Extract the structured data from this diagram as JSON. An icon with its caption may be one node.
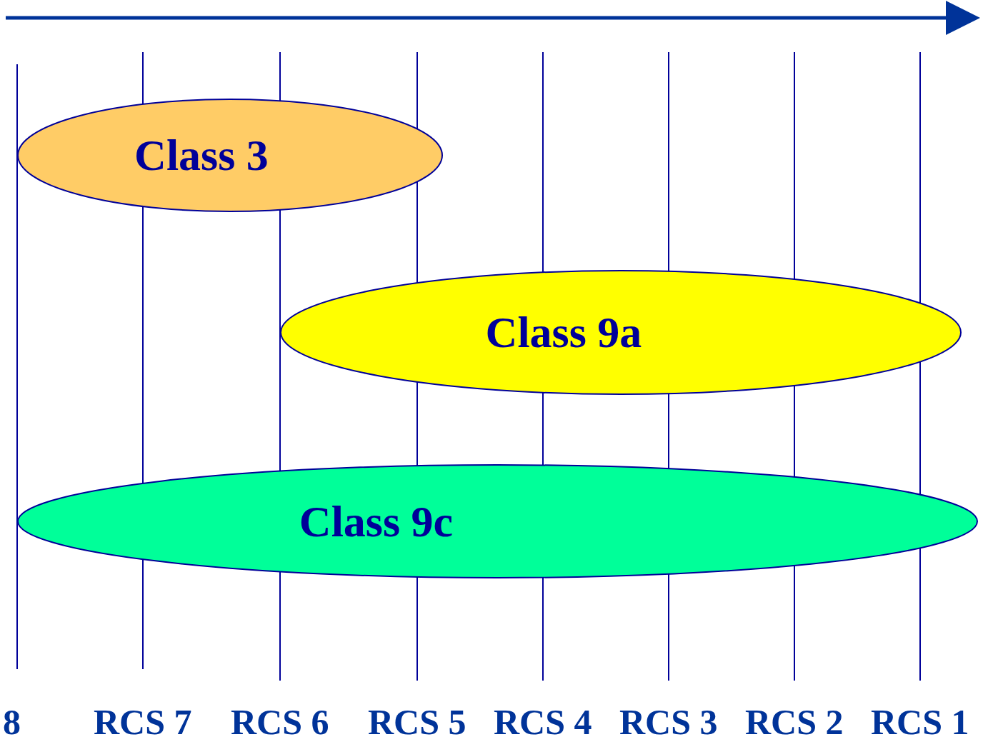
{
  "diagram": {
    "nodes": [
      {
        "text": [
          "Class 3"
        ]
      },
      {
        "text": [
          "Class 9a"
        ]
      },
      {
        "text": [
          "Class 9c"
        ]
      }
    ],
    "edges": [],
    "labels": [
      "8",
      "RCS 7",
      "RCS 6",
      "RCS 5",
      "RCS 4",
      "RCS 3",
      "RCS 2",
      "RCS 1"
    ]
  }
}
